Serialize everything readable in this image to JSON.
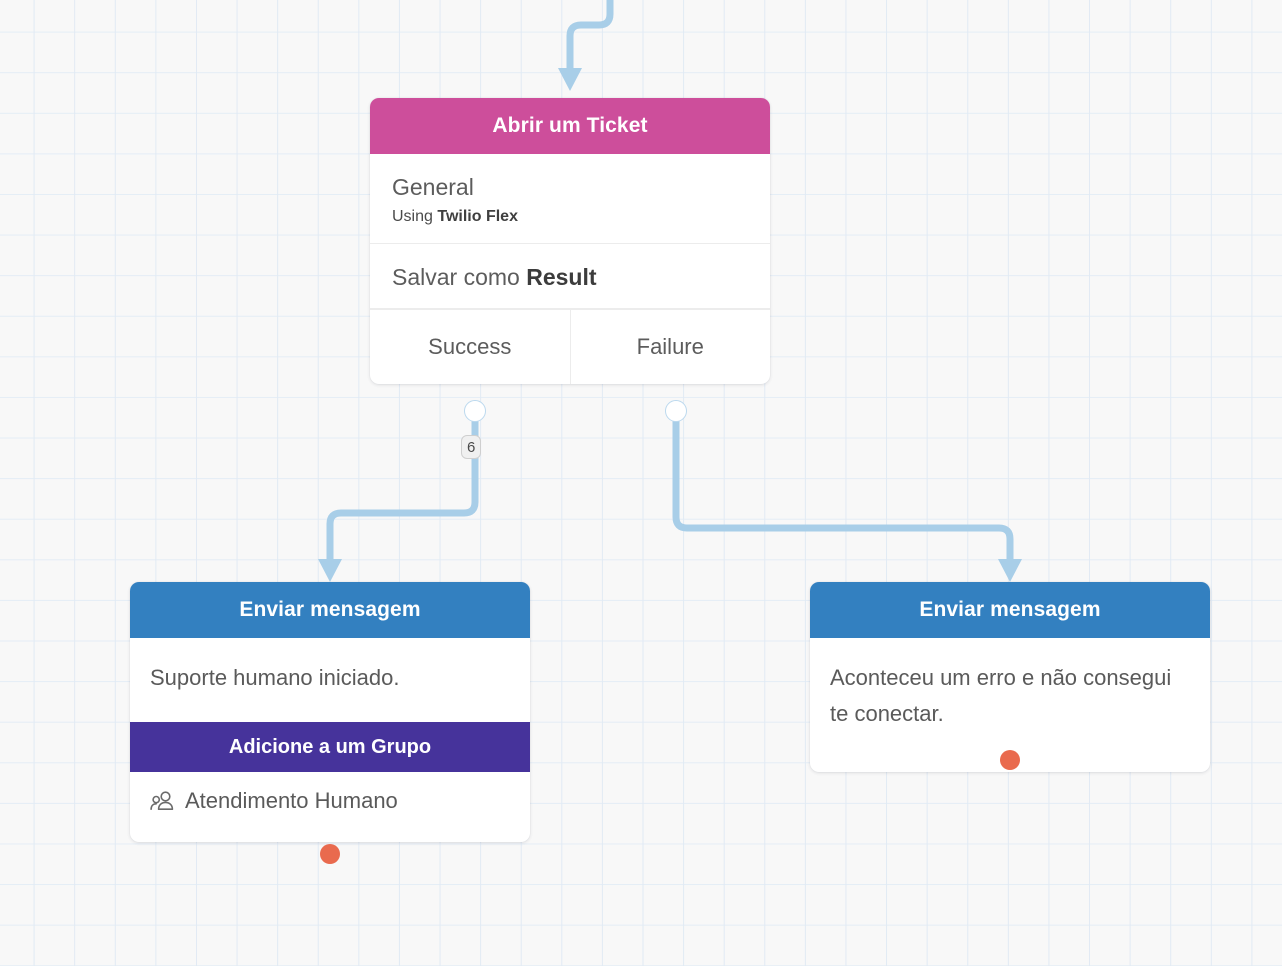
{
  "canvas": {
    "background_color": "#f8f8f8",
    "grid_color": "#e1eaf4",
    "connector_color": "#a8cee8"
  },
  "nodes": {
    "open_ticket": {
      "title": "Abrir um Ticket",
      "header_color": "#cd4e9b",
      "channel": "General",
      "using_prefix": "Using ",
      "using_value": "Twilio Flex",
      "save_prefix": "Salvar como ",
      "save_value": "Result",
      "outputs": [
        {
          "label": "Success",
          "count": "6"
        },
        {
          "label": "Failure",
          "count": ""
        }
      ]
    },
    "send_message_left": {
      "title": "Enviar mensagem",
      "header_color": "#3380c0",
      "message": "Suporte humano iniciado.",
      "group_band_label": "Adicione a um Grupo",
      "group_band_color": "#46339b",
      "group_icon": "people-group-icon",
      "group_name": "Atendimento Humano",
      "end_dot_color": "#e96a4e"
    },
    "send_message_right": {
      "title": "Enviar mensagem",
      "header_color": "#3380c0",
      "message": "Aconteceu um erro e não consegui te conectar.",
      "end_dot_color": "#e96a4e"
    }
  }
}
